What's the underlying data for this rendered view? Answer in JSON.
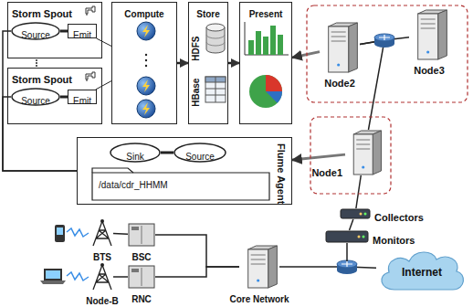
{
  "diagram": {
    "nodes": [
      {
        "text": [
          "Storm Spout"
        ]
      },
      {
        "text": [
          "Source"
        ],
        "in": 0
      },
      {
        "text": [
          "Emit"
        ],
        "in": 0
      },
      {
        "text": [
          "Storm Spout"
        ]
      },
      {
        "text": [
          "Source"
        ],
        "in": 3
      },
      {
        "text": [
          "Emit"
        ],
        "in": 3
      },
      {
        "text": [
          "Compute"
        ]
      },
      {
        "text": [
          "Store"
        ]
      },
      {
        "text": [
          "Present"
        ]
      },
      {
        "text": [
          "Flume Agent"
        ]
      },
      {
        "text": [
          "Sink"
        ],
        "in": 9
      },
      {
        "text": [
          "Source"
        ],
        "in": 9
      },
      {
        "text": [
          "/data/cdr_HHMM"
        ],
        "in": 9
      },
      {
        "text": [
          "Node2"
        ]
      },
      {
        "text": [
          "Node3"
        ]
      },
      {
        "text": [
          "Node1"
        ]
      },
      {
        "text": [
          "Collectors"
        ]
      },
      {
        "text": [
          "Monitors"
        ]
      },
      {
        "text": [
          "Internet"
        ]
      },
      {
        "text": [
          "Core Network"
        ]
      },
      {
        "text": [
          "BTS"
        ]
      },
      {
        "text": [
          "BSC"
        ]
      },
      {
        "text": [
          "Node-B"
        ]
      },
      {
        "text": [
          "RNC"
        ]
      }
    ],
    "edges": [
      {
        "from": 1,
        "to": 2,
        "arrow": "none"
      },
      {
        "from": 4,
        "to": 5,
        "arrow": "none"
      },
      {
        "from": 2,
        "to": 6,
        "arrow": "none"
      },
      {
        "from": 5,
        "to": 6,
        "arrow": "none"
      },
      {
        "from": 6,
        "to": 7,
        "arrow": "to"
      },
      {
        "from": 7,
        "to": 8,
        "arrow": "to"
      },
      {
        "from": 13,
        "to": 8,
        "arrow": "to"
      },
      {
        "from": 15,
        "to": 9,
        "arrow": "to"
      },
      {
        "from": 15,
        "to": 13,
        "arrow": "none"
      },
      {
        "from": 13,
        "to": 14,
        "arrow": "none"
      },
      {
        "from": 16,
        "to": 15,
        "arrow": "none"
      },
      {
        "from": 17,
        "to": 16,
        "arrow": "none"
      },
      {
        "from": 19,
        "to": 18,
        "arrow": "none"
      },
      {
        "from": 20,
        "to": 21,
        "arrow": "none"
      },
      {
        "from": 21,
        "to": 19,
        "arrow": "none"
      },
      {
        "from": 22,
        "to": 23,
        "arrow": "none"
      },
      {
        "from": 23,
        "to": 19,
        "arrow": "none"
      },
      {
        "from": 9,
        "to": 1,
        "arrow": "none"
      },
      {
        "from": 9,
        "to": 4,
        "arrow": "none"
      },
      {
        "from": 10,
        "to": 11,
        "arrow": "none"
      }
    ],
    "labels": [
      "HDFS",
      "HBase"
    ]
  }
}
